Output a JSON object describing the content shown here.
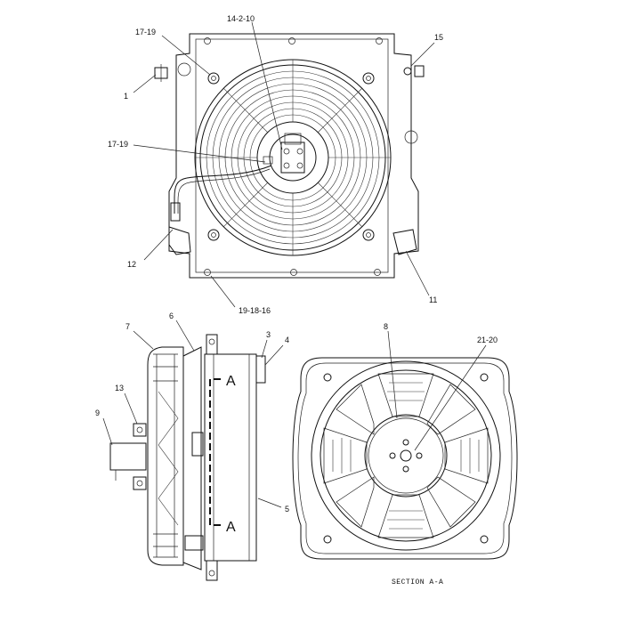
{
  "callouts": {
    "c17_19_top": "17-19",
    "c14_2_10": "14-2-10",
    "c15": "15",
    "c1": "1",
    "c17_19_mid": "17-19",
    "c12": "12",
    "c11": "11",
    "c19_18_16": "19-18-16",
    "c7": "7",
    "c6": "6",
    "c3": "3",
    "c4": "4",
    "c13": "13",
    "c9": "9",
    "c5": "5",
    "c8": "8",
    "c21_20": "21-20"
  },
  "section_marks": {
    "top": "A",
    "bottom": "A"
  },
  "caption": "SECTION A-A"
}
